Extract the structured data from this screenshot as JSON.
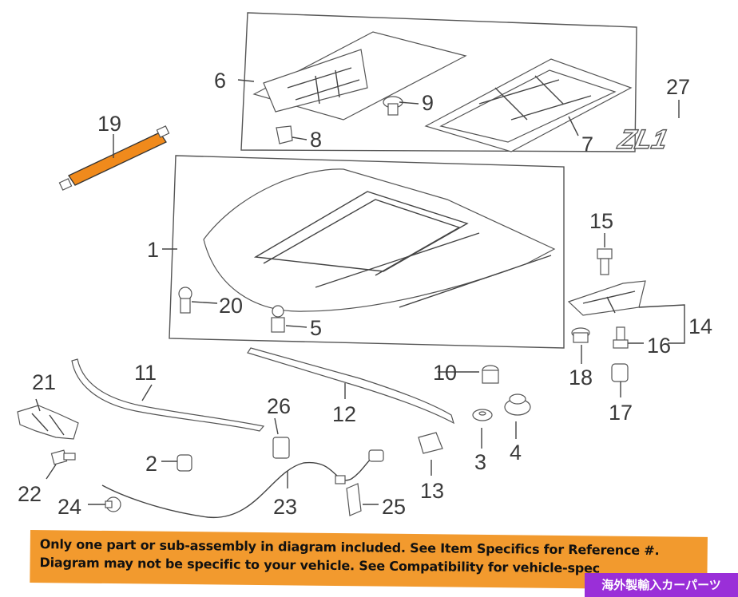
{
  "callouts": {
    "c1": "1",
    "c2": "2",
    "c3": "3",
    "c4": "4",
    "c5": "5",
    "c6": "6",
    "c7": "7",
    "c8": "8",
    "c9": "9",
    "c10": "10",
    "c11": "11",
    "c12": "12",
    "c13": "13",
    "c14": "14",
    "c15": "15",
    "c16": "16",
    "c17": "17",
    "c18": "18",
    "c19": "19",
    "c20": "20",
    "c21": "21",
    "c22": "22",
    "c23": "23",
    "c24": "24",
    "c25": "25",
    "c26": "26",
    "c27": "27"
  },
  "emblem_text": "ZL1",
  "highlight_color": "#f08a1c",
  "disclaimer": {
    "line1": "Only one part or sub-assembly in diagram included. See Item Specifics for Reference #.",
    "line2": "Diagram may not be specific to your vehicle. See Compatibility for vehicle-spec"
  },
  "shop_badge": "海外製輸入カーパーツ"
}
